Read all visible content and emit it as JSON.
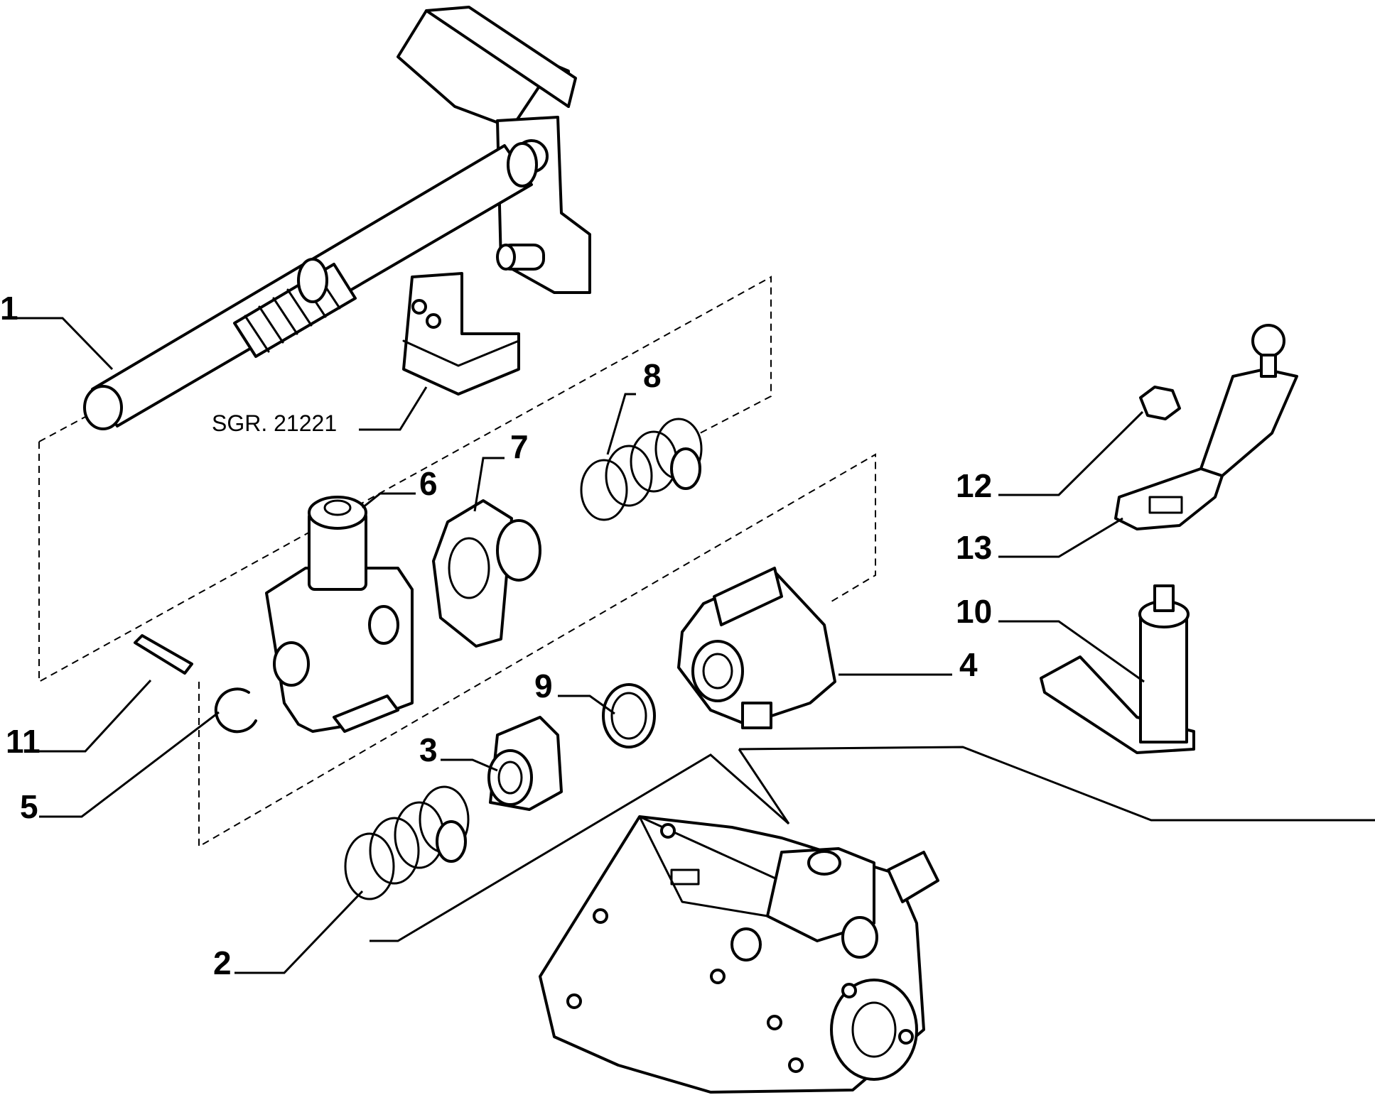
{
  "callouts": [
    {
      "id": "1",
      "label": "1"
    },
    {
      "id": "2",
      "label": "2"
    },
    {
      "id": "3",
      "label": "3"
    },
    {
      "id": "4",
      "label": "4"
    },
    {
      "id": "5",
      "label": "5"
    },
    {
      "id": "6",
      "label": "6"
    },
    {
      "id": "7",
      "label": "7"
    },
    {
      "id": "8",
      "label": "8"
    },
    {
      "id": "9",
      "label": "9"
    },
    {
      "id": "10",
      "label": "10"
    },
    {
      "id": "11",
      "label": "11"
    },
    {
      "id": "12",
      "label": "12"
    },
    {
      "id": "13",
      "label": "13"
    }
  ],
  "reference": {
    "text": "SGR. 21221"
  }
}
